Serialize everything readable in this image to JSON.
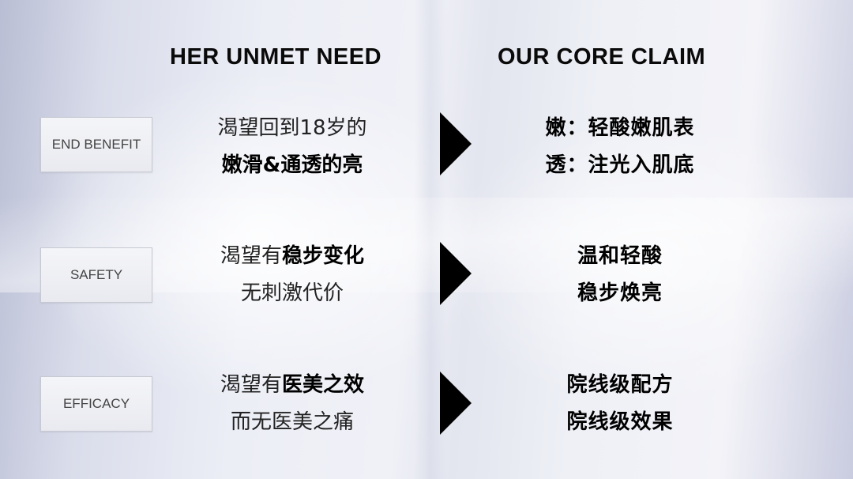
{
  "headings": {
    "left": "HER UNMET NEED",
    "right": "OUR CORE CLAIM"
  },
  "rows": [
    {
      "label": "END BENEFIT",
      "need_line1": "渴望回到18岁的",
      "need_line2_bold": "嫩滑&通透的亮",
      "claim_line1": "嫩：轻酸嫩肌表",
      "claim_line2": "透：注光入肌底"
    },
    {
      "label": "SAFETY",
      "need_line1_prefix": "渴望有",
      "need_line1_bold": "稳步变化",
      "need_line2": "无刺激代价",
      "claim_line1": "温和轻酸",
      "claim_line2": "稳步焕亮"
    },
    {
      "label": "EFFICACY",
      "need_line1_prefix": "渴望有",
      "need_line1_bold": "医美之效",
      "need_line2": "而无医美之痛",
      "claim_line1": "院线级配方",
      "claim_line2": "院线级效果"
    }
  ],
  "colors": {
    "text": "#000000",
    "label_text": "#444444",
    "arrow": "#000000"
  }
}
